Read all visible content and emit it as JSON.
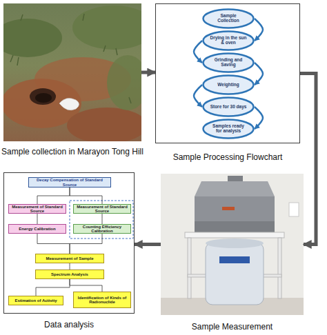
{
  "diagram": {
    "nodes": [
      {
        "text": [
          "Sample collection in Marayon Tong Hill"
        ]
      },
      {
        "text": [
          "Sample Processing Flowchart"
        ]
      },
      {
        "text": [
          "Sample Collection"
        ],
        "in": 1
      },
      {
        "text": [
          "Drying in the sun & oven"
        ],
        "in": 1
      },
      {
        "text": [
          "Grinding and Saving"
        ],
        "in": 1
      },
      {
        "text": [
          "Weighting"
        ],
        "in": 1
      },
      {
        "text": [
          "Store for 30 days"
        ],
        "in": 1
      },
      {
        "text": [
          "Samples ready for analysis"
        ],
        "in": 1
      },
      {
        "text": [
          "Data analysis"
        ]
      },
      {
        "text": [
          "Decay Compensation of Standard Source"
        ],
        "in": 8
      },
      {
        "text": [
          "Measurement of Standard Source"
        ],
        "in": 8
      },
      {
        "text": [
          "Measurement of Standard Source"
        ],
        "in": 8
      },
      {
        "text": [
          "Energy Calibration"
        ],
        "in": 8
      },
      {
        "text": [
          "Counting Efficiency Calibration"
        ],
        "in": 8
      },
      {
        "text": [
          "Measurement of Sample"
        ],
        "in": 8
      },
      {
        "text": [
          "Spectrum Analysis"
        ],
        "in": 8
      },
      {
        "text": [
          "Estimation of Activity"
        ],
        "in": 8
      },
      {
        "text": [
          "Identification of Kinds of Radionuclide"
        ],
        "in": 8
      },
      {
        "text": [
          "Sample Measurement"
        ]
      }
    ],
    "edges": [
      {
        "from": 0,
        "to": 1,
        "arrow": "to"
      },
      {
        "from": 1,
        "to": 18,
        "arrow": "to"
      },
      {
        "from": 18,
        "to": 8,
        "arrow": "to"
      },
      {
        "from": 2,
        "to": 3,
        "arrow": "to"
      },
      {
        "from": 3,
        "to": 4,
        "arrow": "to"
      },
      {
        "from": 4,
        "to": 5,
        "arrow": "to"
      },
      {
        "from": 5,
        "to": 6,
        "arrow": "to"
      },
      {
        "from": 6,
        "to": 7,
        "arrow": "to"
      },
      {
        "from": 9,
        "to": 10,
        "arrow": "none"
      },
      {
        "from": 9,
        "to": 11,
        "arrow": "none"
      },
      {
        "from": 10,
        "to": 12,
        "arrow": "none"
      },
      {
        "from": 11,
        "to": 13,
        "arrow": "none"
      },
      {
        "from": 12,
        "to": 14,
        "arrow": "none"
      },
      {
        "from": 13,
        "to": 14,
        "arrow": "none"
      },
      {
        "from": 14,
        "to": 15,
        "arrow": "none"
      },
      {
        "from": 15,
        "to": 16,
        "arrow": "none"
      },
      {
        "from": 15,
        "to": 17,
        "arrow": "none"
      }
    ]
  }
}
